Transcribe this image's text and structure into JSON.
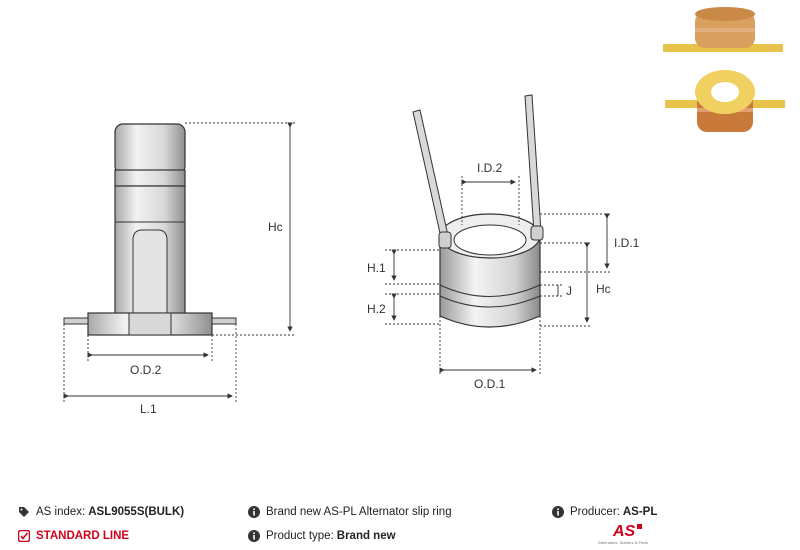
{
  "drawing": {
    "left_labels": {
      "hc": "Hc",
      "od2": "O.D.2",
      "l1": "L.1"
    },
    "right_labels": {
      "id2": "I.D.2",
      "id1": "I.D.1",
      "h1": "H.1",
      "h2": "H.2",
      "j": "J",
      "hc": "Hc",
      "od1": "O.D.1"
    }
  },
  "footer": {
    "index_label": "AS index:",
    "index_value": "ASL9055S(BULK)",
    "line_label": "STANDARD LINE",
    "description": "Brand new AS-PL Alternator slip ring",
    "type_label": "Product type:",
    "type_value": "Brand new",
    "producer_label": "Producer:",
    "producer_value": "AS-PL",
    "logo_text": "AS",
    "logo_subtitle": "Alternators, Starters & Parts"
  },
  "colors": {
    "accent_red": "#d0021b",
    "line": "#3a3a3a",
    "copper": "#c97a3a",
    "yellow": "#e8c24a"
  },
  "icons": [
    "tag-icon",
    "check-square-icon",
    "info-circle-icon"
  ]
}
